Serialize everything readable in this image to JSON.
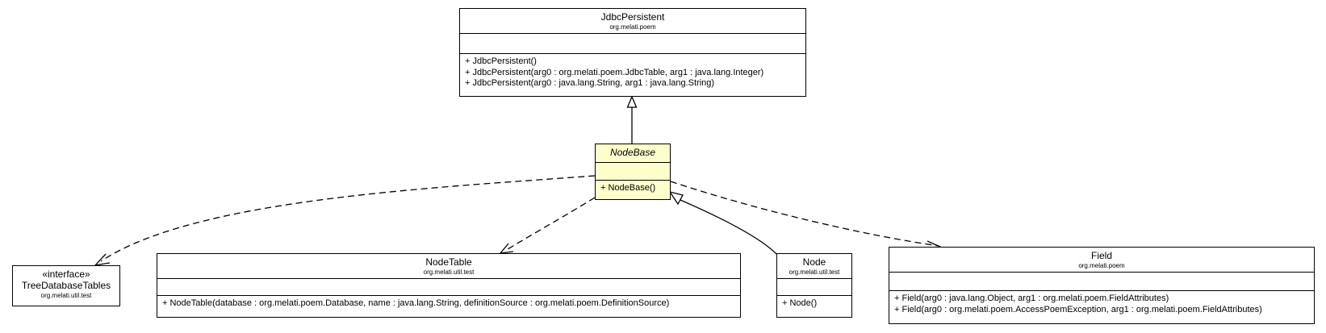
{
  "diagram": {
    "classes": {
      "jdbc_persistent": {
        "name": "JdbcPersistent",
        "package": "org.melati.poem",
        "operations": [
          "+ JdbcPersistent()",
          "+ JdbcPersistent(arg0 : org.melati.poem.JdbcTable, arg1 : java.lang.Integer)",
          "+ JdbcPersistent(arg0 : java.lang.String, arg1 : java.lang.String)"
        ]
      },
      "node_base": {
        "name": "NodeBase",
        "abstract": true,
        "highlight_color": "#ffffcc",
        "operations": [
          "+ NodeBase()"
        ]
      },
      "tree_database_tables": {
        "stereotype": "«interface»",
        "name": "TreeDatabaseTables",
        "package": "org.melati.util.test"
      },
      "node_table": {
        "name": "NodeTable",
        "package": "org.melati.util.test",
        "operations": [
          "+ NodeTable(database : org.melati.poem.Database, name : java.lang.String, definitionSource : org.melati.poem.DefinitionSource)"
        ]
      },
      "node": {
        "name": "Node",
        "package": "org.melati.util.test",
        "operations": [
          "+ Node()"
        ]
      },
      "field": {
        "name": "Field",
        "package": "org.melati.poem",
        "operations": [
          "+ Field(arg0 : java.lang.Object, arg1 : org.melati.poem.FieldAttributes)",
          "+ Field(arg0 : org.melati.poem.AccessPoemException, arg1 : org.melati.poem.FieldAttributes)"
        ]
      }
    },
    "relations": [
      {
        "from": "node_base",
        "to": "jdbc_persistent",
        "kind": "generalization"
      },
      {
        "from": "node",
        "to": "node_base",
        "kind": "generalization"
      },
      {
        "from": "node_base",
        "to": "tree_database_tables",
        "kind": "dependency"
      },
      {
        "from": "node_base",
        "to": "node_table",
        "kind": "dependency"
      },
      {
        "from": "node_base",
        "to": "field",
        "kind": "dependency"
      }
    ]
  }
}
